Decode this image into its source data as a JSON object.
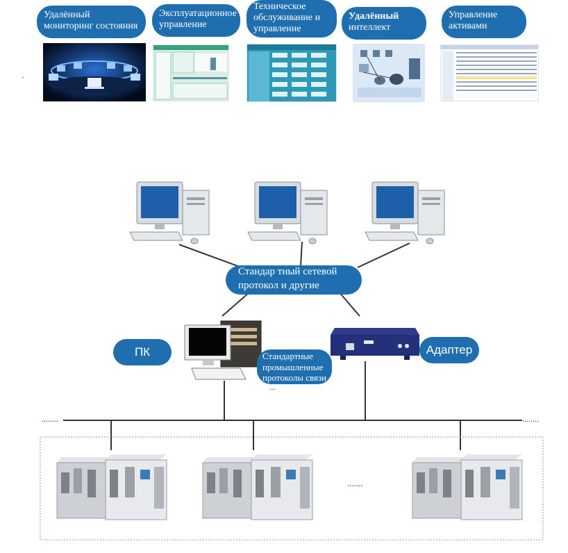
{
  "top_features": [
    {
      "label": "Удалённый мониторинг состояния"
    },
    {
      "label": "Эксплуатационное управление"
    },
    {
      "label": "Техническое обслуживание и управление"
    },
    {
      "label_bold": "Удалённый",
      "label_rest": "интеллект"
    },
    {
      "label": "Управление активами"
    }
  ],
  "stray_mark": "`",
  "diagram": {
    "protocol_label": "Стандар тный сетевой протокол и другие",
    "pc_label": "ПК",
    "adapter_label": "Адаптер",
    "industrial_label": "Стандартные промышленные протоколы связи",
    "industrial_ellipsis": "...",
    "cabinet_ellipsis": ".......",
    "bus_ellipsis_left": "........",
    "bus_ellipsis_right": "........"
  },
  "colors": {
    "accent": "#1f6fb0",
    "line": "#333333"
  }
}
